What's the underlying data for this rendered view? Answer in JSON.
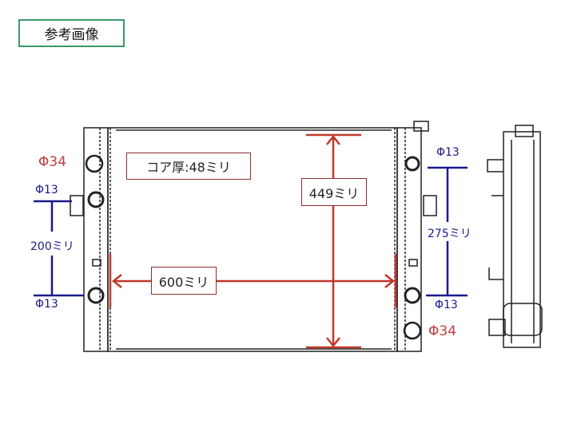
{
  "title": "参考画像",
  "dimensions": {
    "core_thickness": "コア厚:48ミリ",
    "height": "449ミリ",
    "width": "600ミリ"
  },
  "left_side": {
    "large_port": "Φ34",
    "upper_port": "Φ13",
    "spacing": "200ミリ",
    "lower_port": "Φ13"
  },
  "right_side": {
    "upper_port": "Φ13",
    "spacing": "275ミリ",
    "lower_port": "Φ13",
    "large_port": "Φ34"
  },
  "colors": {
    "title_border": "#3a9a6a",
    "dimension_red": "#c0392b",
    "port_blue": "#1a1a8c",
    "port_label_red": "#c04040"
  }
}
